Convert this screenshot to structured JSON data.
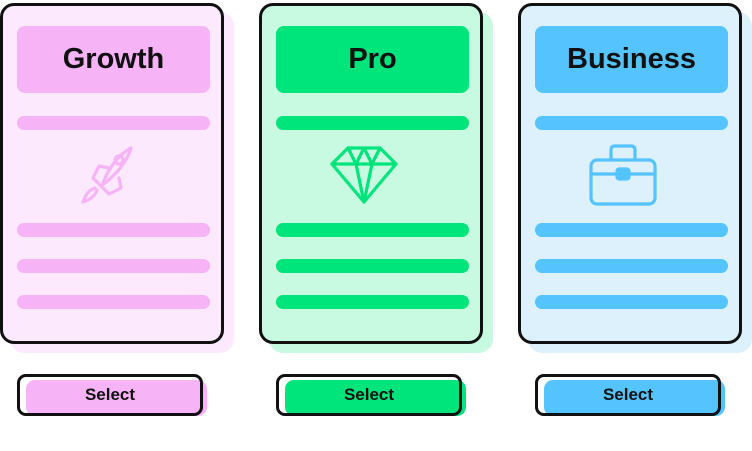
{
  "plans": [
    {
      "name": "Growth",
      "button_label": "Select",
      "icon": "rocket-icon",
      "colors": {
        "light": "#FDE9FD",
        "accent": "#F6B3F6",
        "icon": "#F6B3F6"
      }
    },
    {
      "name": "Pro",
      "button_label": "Select",
      "icon": "diamond-icon",
      "colors": {
        "light": "#C8F9E1",
        "accent": "#00E47C",
        "icon": "#00E47C"
      }
    },
    {
      "name": "Business",
      "button_label": "Select",
      "icon": "briefcase-icon",
      "colors": {
        "light": "#DDF1FD",
        "accent": "#54C3FE",
        "icon": "#54C3FE"
      }
    }
  ]
}
